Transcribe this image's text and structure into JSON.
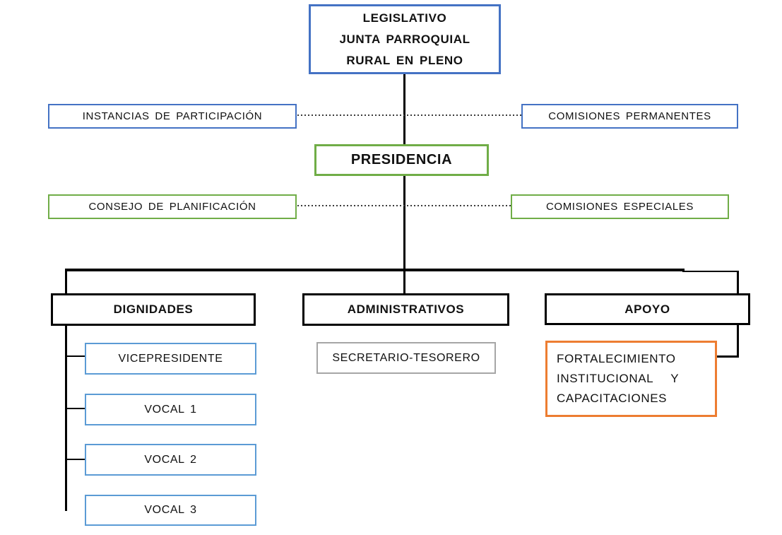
{
  "diagram": {
    "type": "organizational-chart",
    "nodes": {
      "legislativo": {
        "label": "LEGISLATIVO\nJUNTA PARROQUIAL\nRURAL EN PLENO",
        "border_color": "#4472C4"
      },
      "instancias": {
        "label": "INSTANCIAS DE PARTICIPACIÓN",
        "border_color": "#4472C4"
      },
      "comisiones_permanentes": {
        "label": "COMISIONES PERMANENTES",
        "border_color": "#4472C4"
      },
      "presidencia": {
        "label": "PRESIDENCIA",
        "border_color": "#70AD47"
      },
      "consejo_planificacion": {
        "label": "CONSEJO DE PLANIFICACIÓN",
        "border_color": "#70AD47"
      },
      "comisiones_especiales": {
        "label": "COMISIONES ESPECIALES",
        "border_color": "#70AD47"
      },
      "dignidades": {
        "label": "DIGNIDADES",
        "border_color": "#000000"
      },
      "administrativos": {
        "label": "ADMINISTRATIVOS",
        "border_color": "#000000"
      },
      "apoyo": {
        "label": "APOYO",
        "border_color": "#000000"
      },
      "vicepresidente": {
        "label": "VICEPRESIDENTE",
        "border_color": "#5B9BD5"
      },
      "vocal1": {
        "label": "VOCAL 1",
        "border_color": "#5B9BD5"
      },
      "vocal2": {
        "label": "VOCAL 2",
        "border_color": "#5B9BD5"
      },
      "vocal3": {
        "label": "VOCAL 3",
        "border_color": "#5B9BD5"
      },
      "secretario_tesorero": {
        "label": "SECRETARIO-TESORERO",
        "border_color": "#A6A6A6"
      },
      "fortalecimiento": {
        "label": "FORTALECIMIENTO\nINSTITUCIONAL   Y\nCAPACITACIONES",
        "border_color": "#ED7D31"
      }
    },
    "colors": {
      "connector_solid": "#000000",
      "connector_dotted": "#3a3a3a",
      "blue": "#4472C4",
      "light_blue": "#5B9BD5",
      "green": "#70AD47",
      "orange": "#ED7D31",
      "gray": "#A6A6A6"
    }
  }
}
